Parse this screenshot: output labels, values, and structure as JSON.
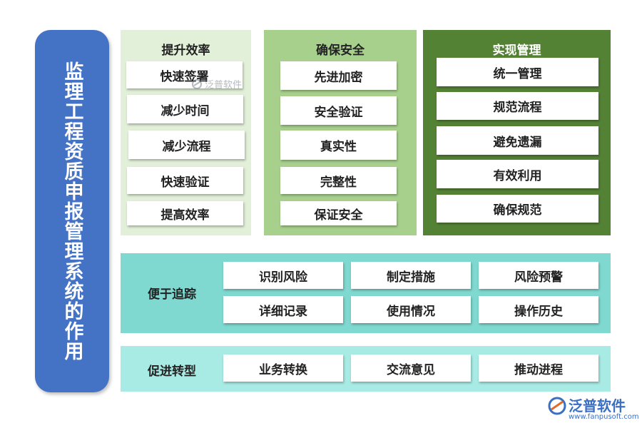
{
  "title": "监理工程资质申报管理系统的作用",
  "columns": [
    {
      "title": "提升效率",
      "items": [
        "快速签署",
        "减少时间",
        "减少流程",
        "快速验证",
        "提高效率"
      ]
    },
    {
      "title": "确保安全",
      "items": [
        "先进加密",
        "安全验证",
        "真实性",
        "完整性",
        "保证安全"
      ]
    },
    {
      "title": "实现管理",
      "items": [
        "统一管理",
        "规范流程",
        "避免遗漏",
        "有效利用",
        "确保规范"
      ]
    }
  ],
  "bands": [
    {
      "label": "便于追踪",
      "rows": [
        [
          "识别风险",
          "制定措施",
          "风险预警"
        ],
        [
          "详细记录",
          "使用情况",
          "操作历史"
        ]
      ]
    },
    {
      "label": "促进转型",
      "rows": [
        [
          "业务转换",
          "交流意见",
          "推动进程"
        ]
      ]
    }
  ],
  "watermark": "泛普软件",
  "logo": {
    "name": "泛普软件",
    "url": "www.fanpusoft.com"
  },
  "colors": {
    "title_bg": "#4472c4",
    "col1_bg": "#e2efd9",
    "col2_bg": "#a8d08d",
    "col3_bg": "#548235",
    "band1_bg": "#7fd9d0",
    "band2_bg": "#a8ebe4"
  }
}
